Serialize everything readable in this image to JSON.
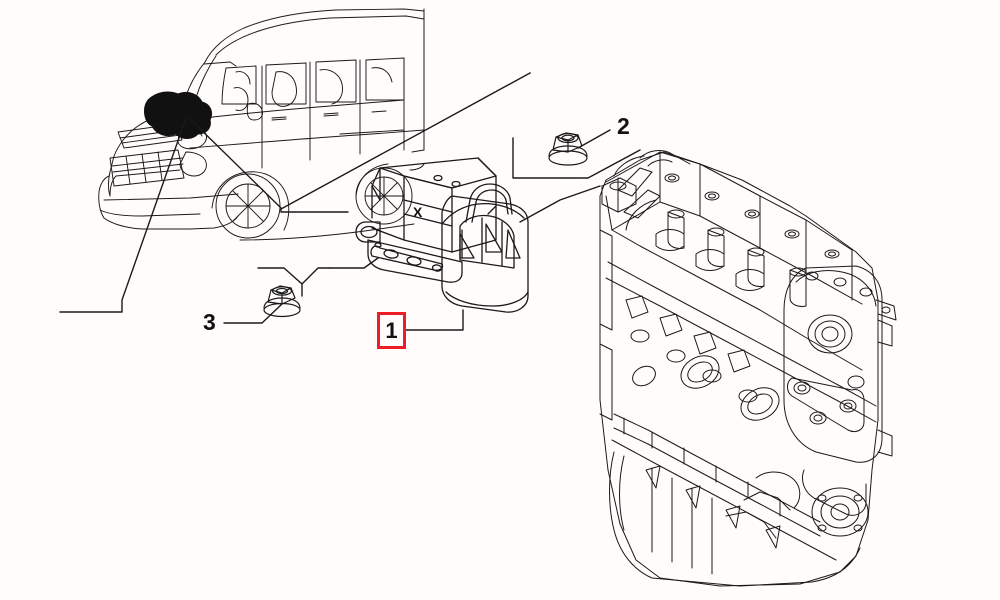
{
  "diagram": {
    "title": "Engine mounting assembly exploded view",
    "background_color": "#fffcfb",
    "line_color": "#1a1a1a",
    "highlight_color": "#ee1c25",
    "callouts": [
      {
        "id": "1",
        "label": "1",
        "part": "engine mount bracket",
        "highlighted": true,
        "border_color": "#ee1c25"
      },
      {
        "id": "2",
        "label": "2",
        "part": "hex flange nut upper",
        "highlighted": false
      },
      {
        "id": "3",
        "label": "3",
        "part": "hex flange nut lower",
        "highlighted": false
      }
    ],
    "marks": [
      {
        "label": "X",
        "part": "orientation mark on mount body"
      }
    ],
    "illustrations": [
      {
        "name": "vehicle-outline",
        "description": "Fiat Doblo van line drawing with engine bay location marker"
      },
      {
        "name": "engine-block",
        "description": "Inline four cylinder engine block with timing cover and oil pan"
      },
      {
        "name": "engine-mount",
        "description": "Rubber engine mount with steel bracket and mounting holes"
      },
      {
        "name": "flange-nut-upper",
        "description": "Hexagonal flange nut"
      },
      {
        "name": "flange-nut-lower",
        "description": "Hexagonal flange nut"
      }
    ]
  }
}
